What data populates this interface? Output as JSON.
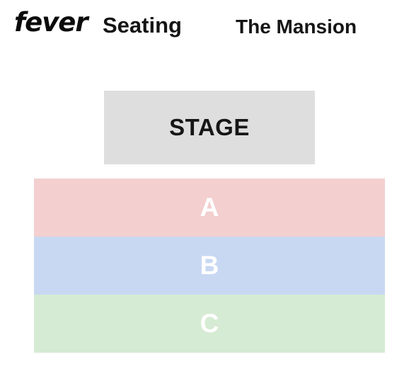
{
  "header": {
    "logo": "fever",
    "title": "Seating",
    "venue": "The Mansion"
  },
  "stage": {
    "label": "STAGE",
    "color": "#dedede"
  },
  "sections": [
    {
      "label": "A",
      "color": "#f3cfcf"
    },
    {
      "label": "B",
      "color": "#c9d8f2"
    },
    {
      "label": "C",
      "color": "#d6ebd3"
    }
  ]
}
